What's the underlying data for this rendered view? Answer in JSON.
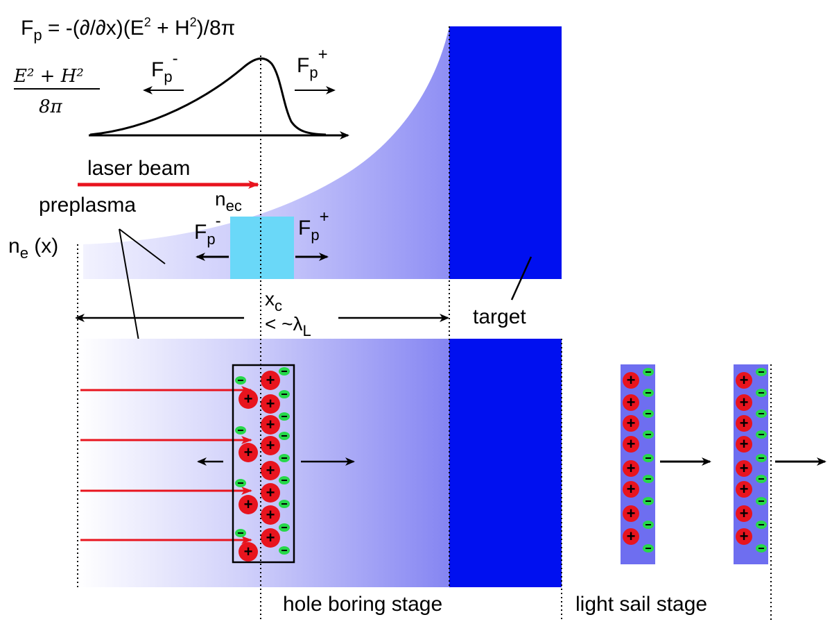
{
  "formula": {
    "main": "F",
    "main_sub": "p",
    "rest_a": " = -(∂/∂x)(E",
    "sup_a": "2",
    "rest_b": " + H",
    "sup_b": "2",
    "rest_c": ")/8π"
  },
  "energy_fraction": {
    "numerator": "E² + H²",
    "denominator": "8π"
  },
  "labels": {
    "laser_beam": "laser beam",
    "preplasma": "preplasma",
    "target": "target",
    "hole_boring": "hole boring stage",
    "light_sail": "light sail stage",
    "ne_x": "n",
    "ne_x_sub": "e",
    "ne_x_rest": " (x)",
    "nec": "n",
    "nec_sub": "ec",
    "xc": "x",
    "xc_sub": "c",
    "lambda": "< ~λ",
    "lambda_sub": "L",
    "fp": "F",
    "fp_sub": "p",
    "minus": "-",
    "plus": "+"
  },
  "charges": {
    "ion": "+",
    "electron": "-"
  },
  "colors": {
    "laser": "#e8141e",
    "target": "#0010f0",
    "critical_layer": "#6ad8f8",
    "ion": "#e8141e",
    "electron": "#27d84a",
    "foil": "#6e6ef0"
  }
}
